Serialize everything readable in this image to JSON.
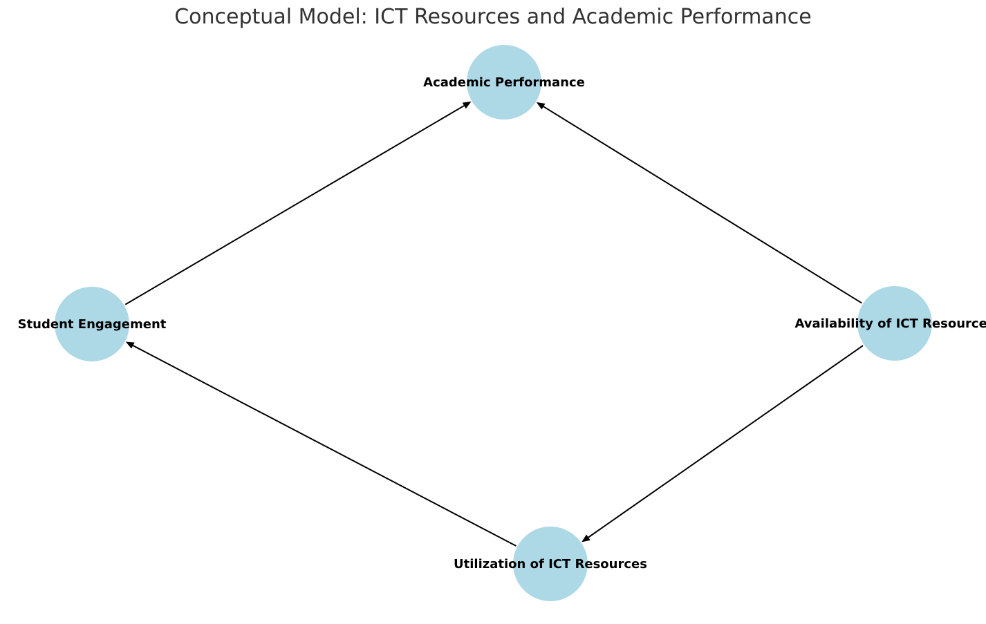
{
  "diagram": {
    "title": "Conceptual Model: ICT Resources and Academic Performance",
    "node_color": "#add8e6",
    "edge_color": "#000000",
    "nodes": [
      {
        "id": "academic",
        "label": "Academic Performance"
      },
      {
        "id": "engagement",
        "label": "Student Engagement"
      },
      {
        "id": "availability",
        "label": "Availability of ICT Resources"
      },
      {
        "id": "utilization",
        "label": "Utilization of ICT Resources"
      }
    ],
    "edges": [
      {
        "from": "engagement",
        "to": "academic"
      },
      {
        "from": "availability",
        "to": "academic"
      },
      {
        "from": "availability",
        "to": "utilization"
      },
      {
        "from": "utilization",
        "to": "engagement"
      }
    ]
  }
}
